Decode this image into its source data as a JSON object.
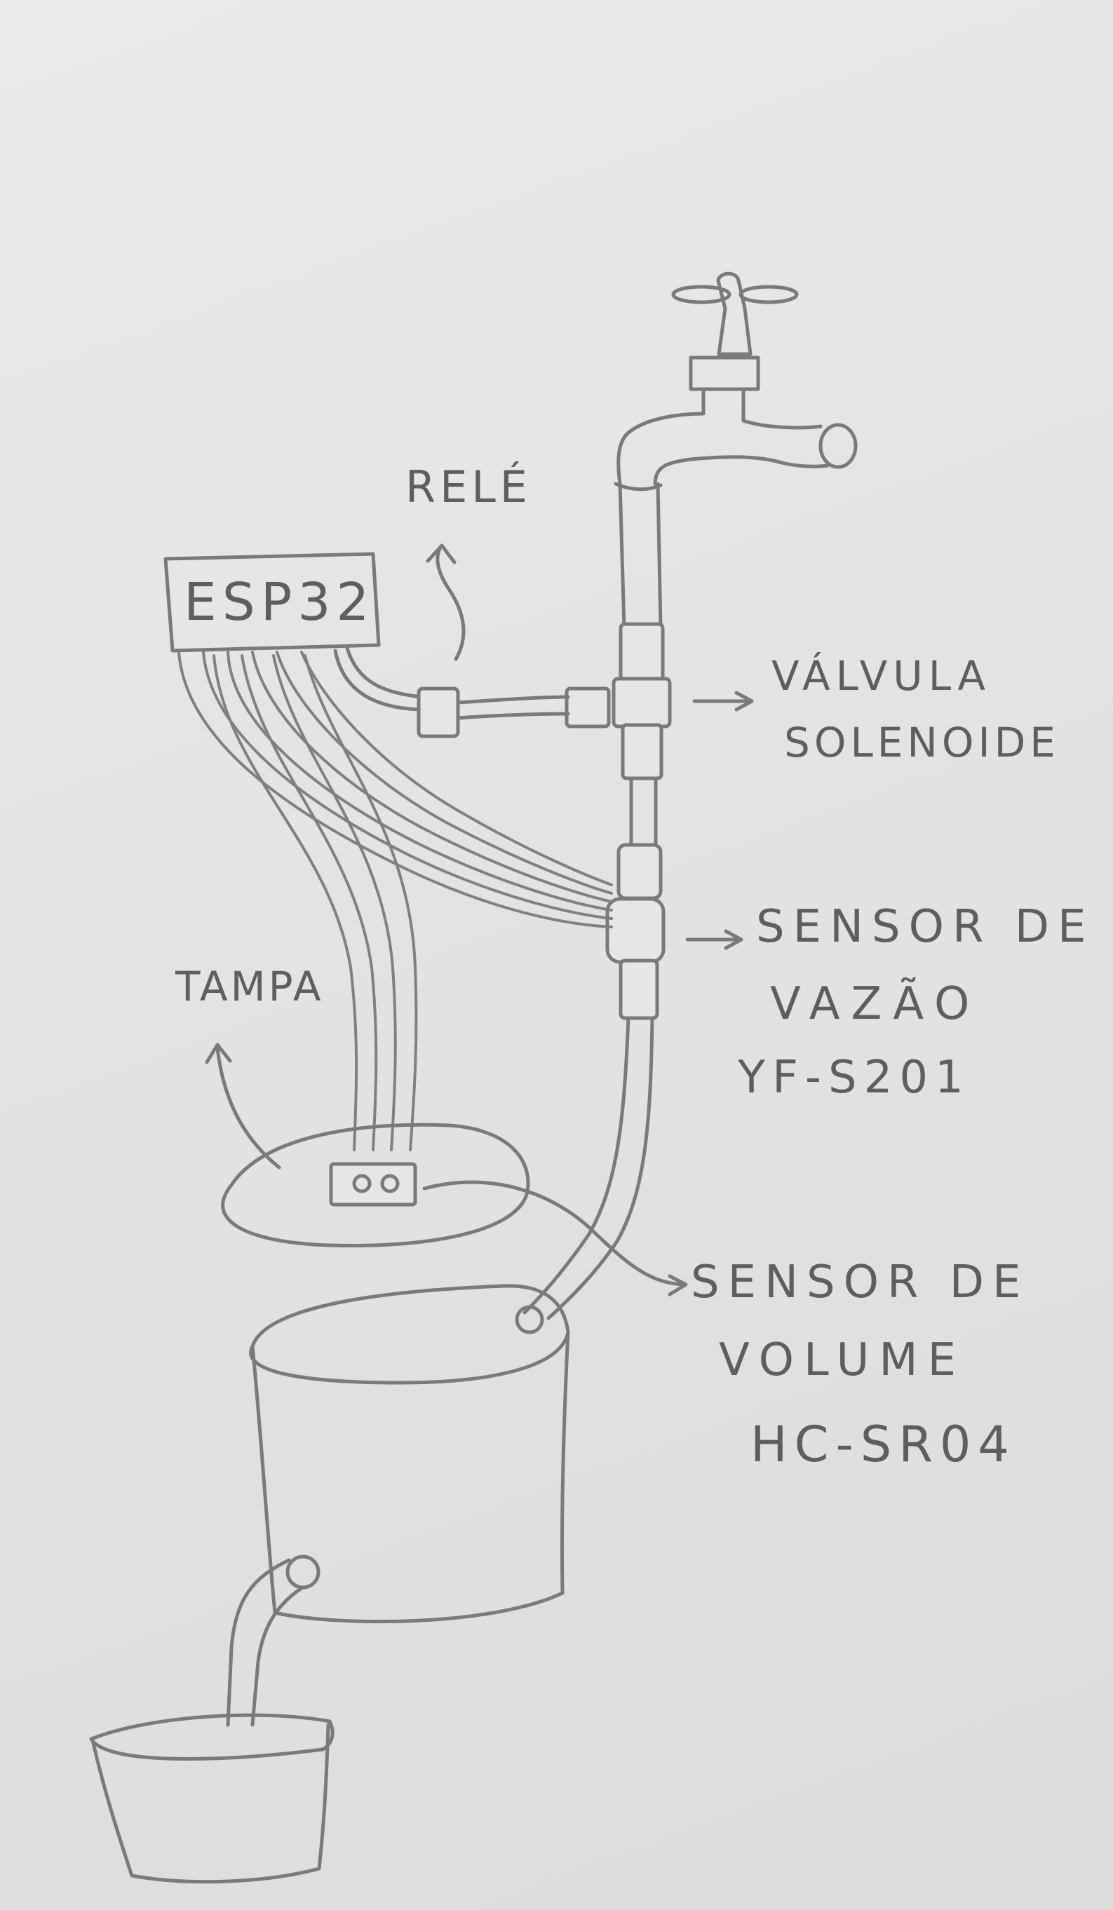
{
  "labels": {
    "esp32": "ESP32",
    "rele": "RELÉ",
    "valvula_line1": "VÁLVULA",
    "valvula_line2": "SOLENOIDE",
    "vazao_line1": "SENSOR DE",
    "vazao_line2": "VAZÃO",
    "vazao_line3": "YF-S201",
    "tampa": "TAMPA",
    "volume_line1": "SENSOR DE",
    "volume_line2": "VOLUME",
    "volume_line3": "HC-SR04"
  },
  "icons": [
    "faucet-icon",
    "solenoid-valve-icon",
    "flow-sensor-icon",
    "relay-icon",
    "ultrasonic-sensor-icon",
    "tank-icon",
    "bucket-icon"
  ],
  "colors": {
    "paper": "#e4e4e4",
    "pencil": "#7a7a7a",
    "text": "#5e5e5e"
  }
}
